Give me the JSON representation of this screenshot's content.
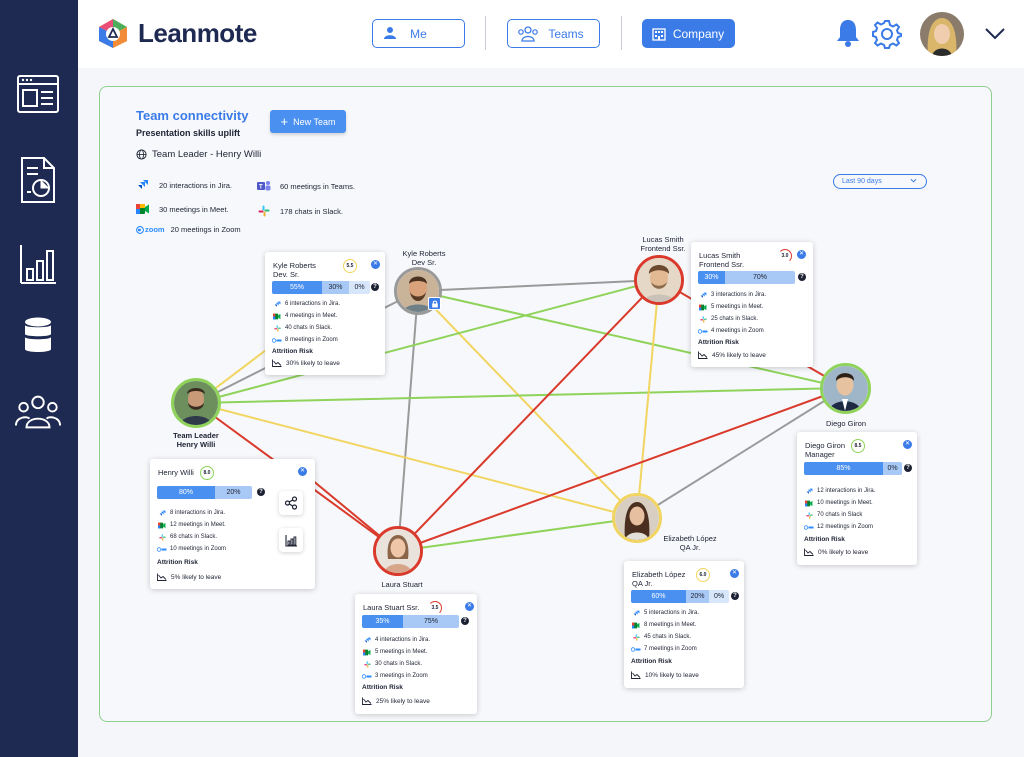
{
  "app": {
    "brand_a": "Lean",
    "brand_b": "mote"
  },
  "nav": {
    "me": "Me",
    "teams": "Teams",
    "company": "Company"
  },
  "team": {
    "title": "Team connectivity",
    "subtitle": "Presentation skills uplift",
    "new_team": "New Team",
    "leader": "Team Leader - Henry Willi",
    "period": "Last 90 days",
    "stats": {
      "jira": "20 interactions in Jira.",
      "teams": "60 meetings in Teams.",
      "meet": "30 meetings in Meet.",
      "slack": "178 chats in Slack.",
      "zoom_logo": "zoom",
      "zoom": "20 meetings in Zoom"
    }
  },
  "nodes": {
    "henry": {
      "line1": "Team Leader",
      "line2": "Henry Willi"
    },
    "kyle": {
      "line1": "Kyle Roberts",
      "line2": "Dev Sr."
    },
    "lucas": {
      "line1": "Lucas Smith",
      "line2": "Frontend Ssr."
    },
    "diego": {
      "line1": "Diego Giron"
    },
    "elizabeth": {
      "line1": "Elizabeth López",
      "line2": "QA Jr."
    },
    "laura": {
      "line1": "Laura Stuart"
    }
  },
  "cards": {
    "kyle": {
      "name1": "Kyle Roberts",
      "name2": "Dev. Sr.",
      "score": "5.5",
      "p1": "55%",
      "p2": "30%",
      "p3": "0%",
      "jira": "6 interactions in Jira.",
      "meet": "4 meetings in Meet.",
      "slack": "40 chats in Slack.",
      "zoom": "8 meetings in Zoom",
      "attr": "Attrition Risk",
      "likely": "30% likely to leave"
    },
    "lucas": {
      "name1": "Lucas Smith",
      "name2": "Frontend Ssr.",
      "score": "3.0",
      "p1": "30%",
      "p2": "70%",
      "jira": "3 interactions in Jira.",
      "meet": "5 meetings in Meet.",
      "slack": "25 chats in Slack.",
      "zoom": "4 meetings in Zoom",
      "attr": "Attrition Risk",
      "likely": "45% likely to leave"
    },
    "henry": {
      "name1": "Henry Willi",
      "score": "8.0",
      "p1": "80%",
      "p2": "20%",
      "jira": "8 interactions in Jira.",
      "meet": "12 meetings in Meet.",
      "slack": "68 chats in Slack.",
      "zoom": "10 meetings in Zoom",
      "attr": "Attrition Risk",
      "likely": "5% likely to leave"
    },
    "diego": {
      "name1": "Diego Giron",
      "name2": "Manager",
      "score": "8.5",
      "p1": "85%",
      "p2": "0%",
      "jira": "12 interactions in Jira.",
      "meet": "10 meetings in Meet.",
      "slack": "70 chats in Slack",
      "zoom": "12 meetings in Zoom",
      "attr": "Attrition Risk",
      "likely": "0% likely to leave"
    },
    "elizabeth": {
      "name1": "Elizabeth López",
      "name2": "QA Jr.",
      "score": "6.0",
      "p1": "60%",
      "p2": "20%",
      "p3": "0%",
      "jira": "5 interactions in Jira.",
      "meet": "8 meetings in Meet.",
      "slack": "45 chats in Slack.",
      "zoom": "7 meetings in Zoom",
      "attr": "Attrition Risk",
      "likely": "10% likely to leave"
    },
    "laura": {
      "name1": "Laura Stuart Ssr.",
      "score": "3.5",
      "p1": "35%",
      "p2": "75%",
      "jira": "4 interactions in Jira.",
      "meet": "5 meetings in Meet.",
      "slack": "30 chats in Slack.",
      "zoom": "3 meetings in Zoom",
      "attr": "Attrition Risk",
      "likely": "25% likely to leave"
    }
  },
  "icons": {
    "sidebar": [
      "browser-window-icon",
      "report-document-icon",
      "bar-chart-icon",
      "database-icon",
      "team-users-icon"
    ],
    "tools": [
      "share-icon",
      "bar-chart-icon"
    ]
  },
  "colors": {
    "accent": "#3b7be8",
    "sidebar": "#1e2a52",
    "link_red": "#d93a2c",
    "link_green": "#8fd35a",
    "link_yellow": "#f2d560",
    "link_gray": "#9a9a9a"
  }
}
